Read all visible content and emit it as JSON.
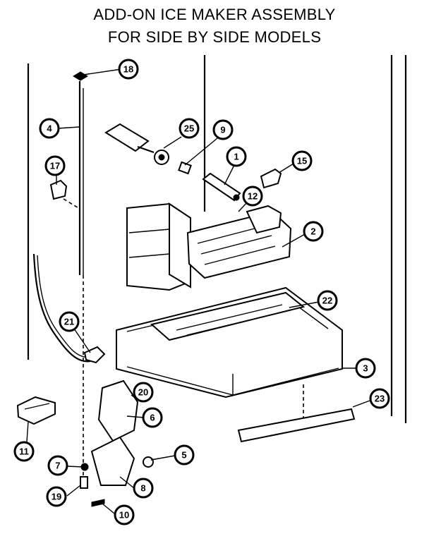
{
  "title": {
    "line1": "ADD-ON ICE MAKER ASSEMBLY",
    "line2": "FOR SIDE BY SIDE MODELS"
  },
  "callouts": [
    {
      "id": "c18a",
      "label": "18"
    },
    {
      "id": "c4",
      "label": "4"
    },
    {
      "id": "c17",
      "label": "17"
    },
    {
      "id": "c25",
      "label": "25"
    },
    {
      "id": "c9",
      "label": "9"
    },
    {
      "id": "c1",
      "label": "1"
    },
    {
      "id": "c15",
      "label": "15"
    },
    {
      "id": "c12",
      "label": "12"
    },
    {
      "id": "c2",
      "label": "2"
    },
    {
      "id": "c22",
      "label": "22"
    },
    {
      "id": "c21",
      "label": "21"
    },
    {
      "id": "c3",
      "label": "3"
    },
    {
      "id": "c20",
      "label": "20"
    },
    {
      "id": "c23",
      "label": "23"
    },
    {
      "id": "c6",
      "label": "6"
    },
    {
      "id": "c11",
      "label": "11"
    },
    {
      "id": "c7",
      "label": "7"
    },
    {
      "id": "c5",
      "label": "5"
    },
    {
      "id": "c8",
      "label": "8"
    },
    {
      "id": "c19",
      "label": "19"
    },
    {
      "id": "c10",
      "label": "10"
    }
  ]
}
